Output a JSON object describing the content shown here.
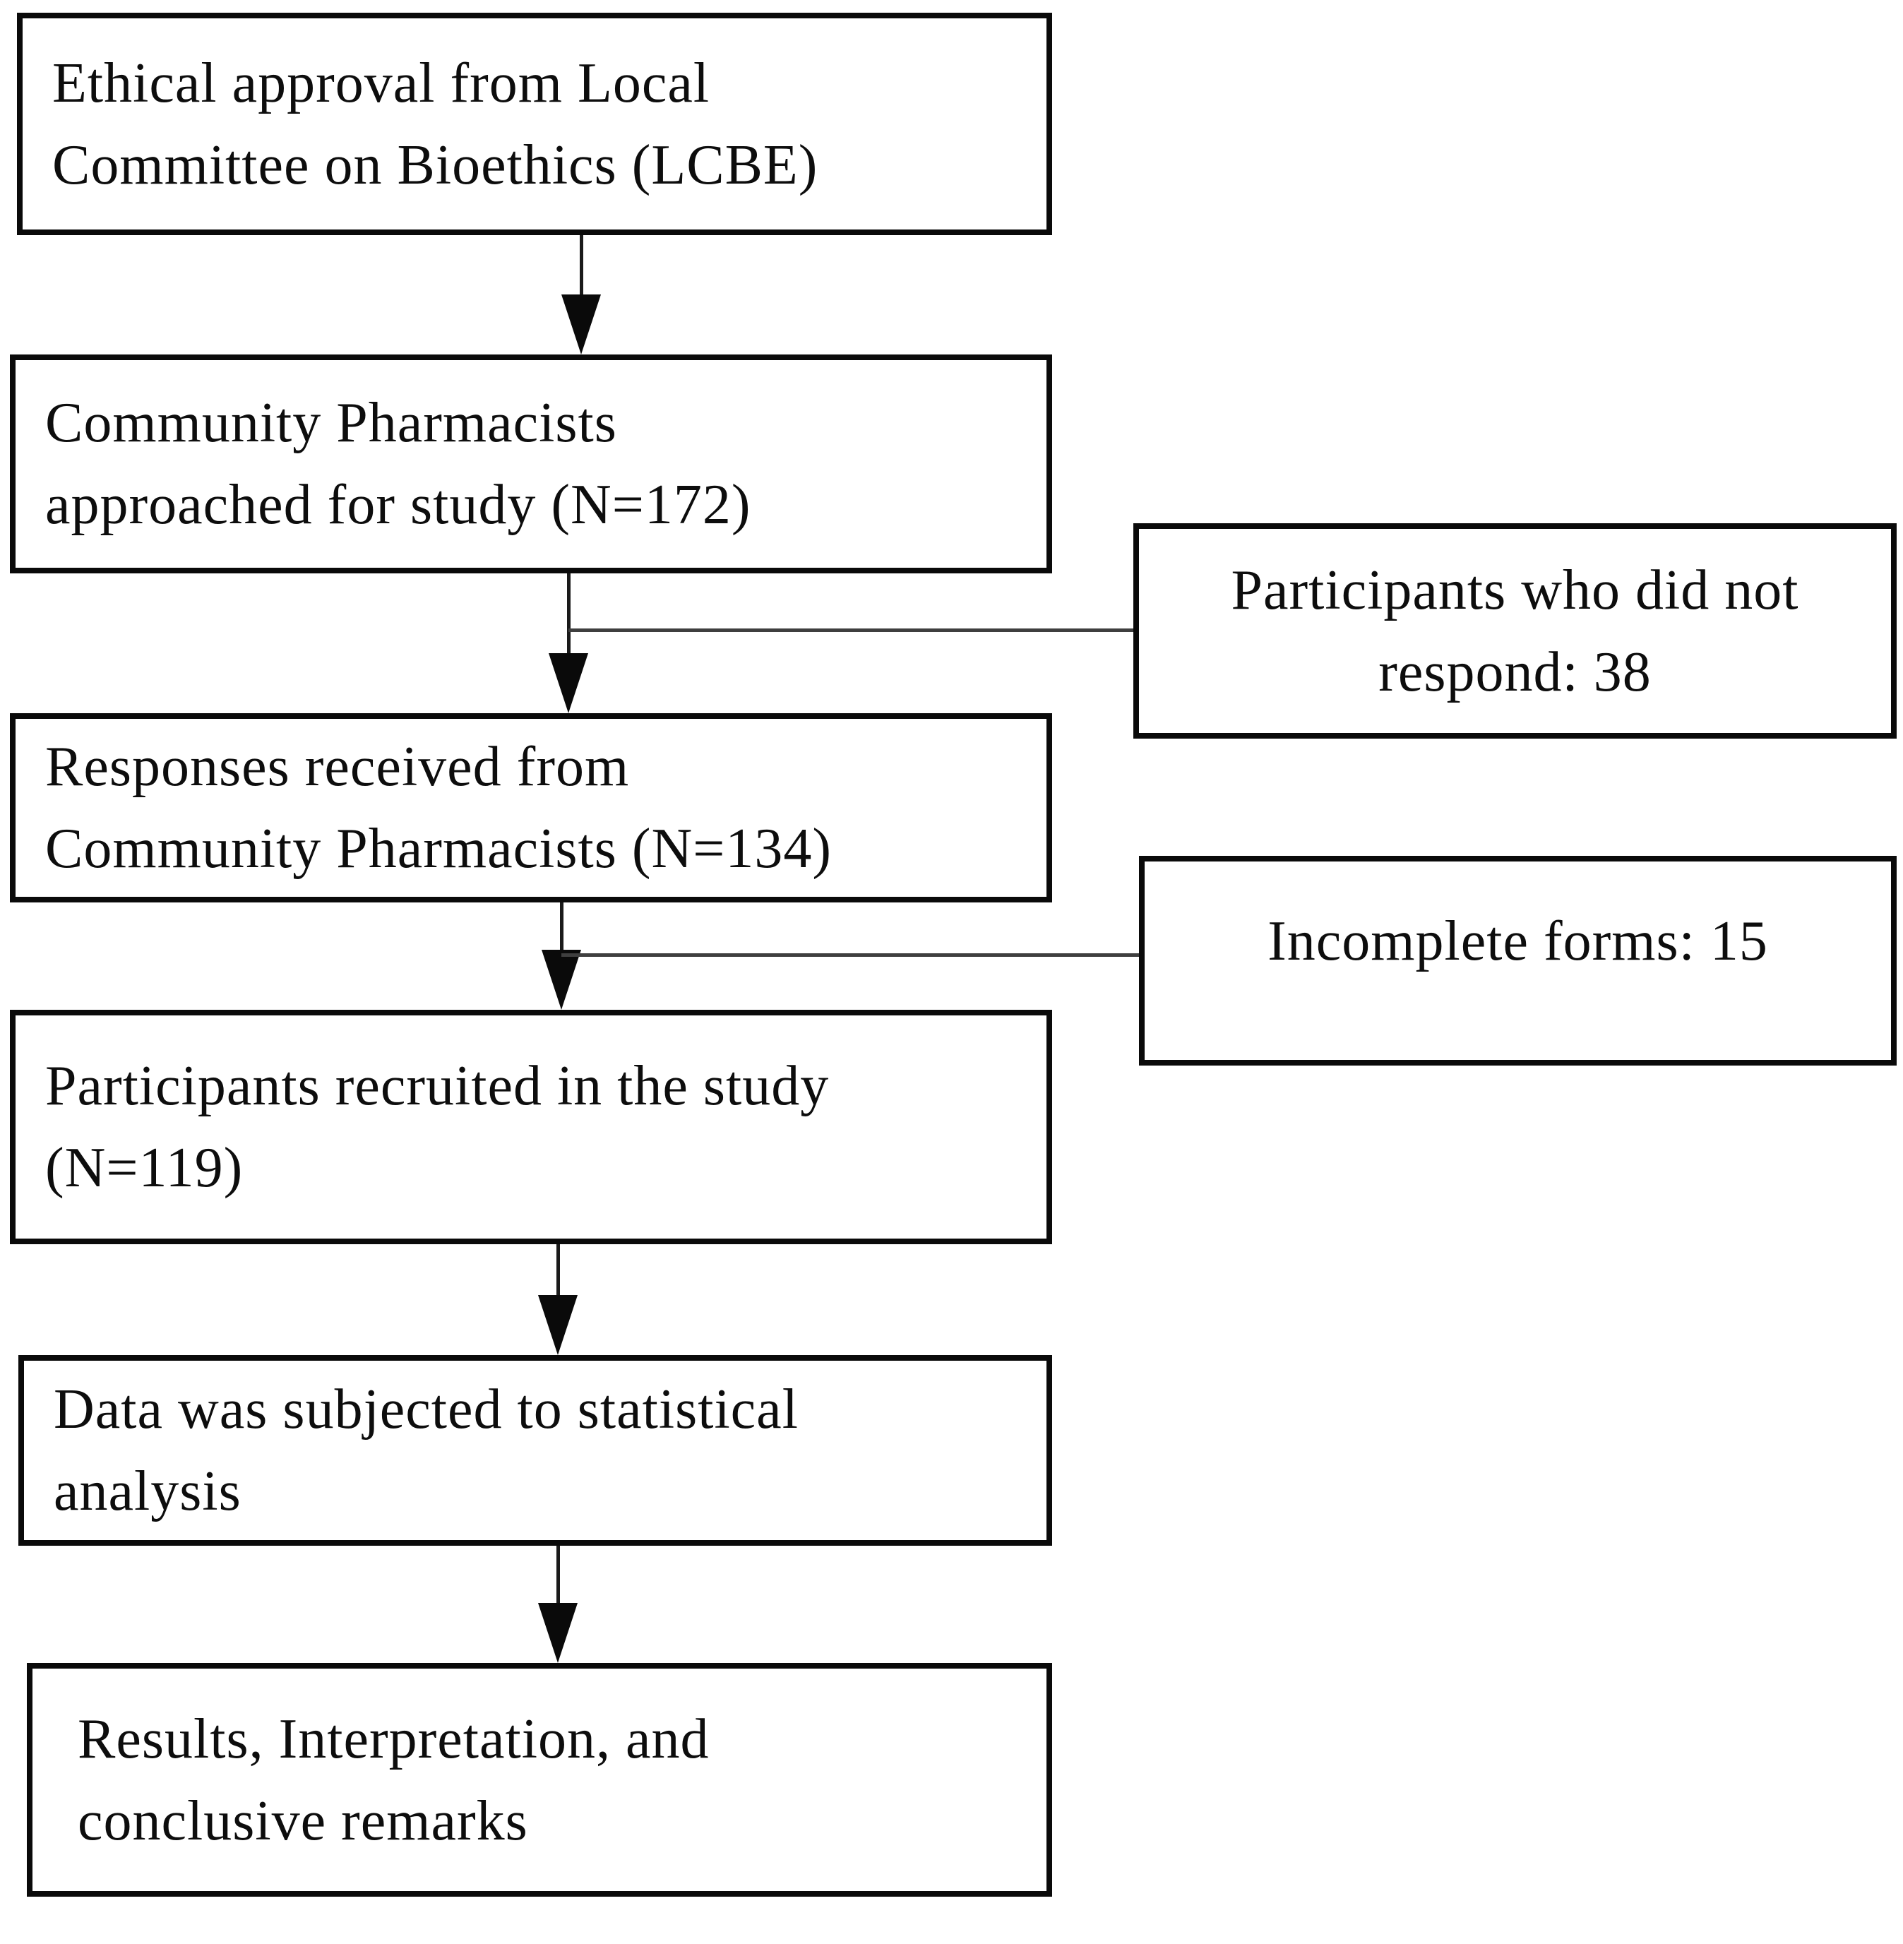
{
  "flowchart": {
    "nodes": [
      {
        "id": "ethical-approval",
        "lines": [
          "Ethical approval from Local",
          "Committee on Bioethics (LCBE)"
        ]
      },
      {
        "id": "pharmacists-approached",
        "lines": [
          "Community Pharmacists",
          "approached for study (N=172)"
        ]
      },
      {
        "id": "responses-received",
        "lines": [
          "Responses received from",
          "Community Pharmacists (N=134)"
        ]
      },
      {
        "id": "participants-recruited",
        "lines": [
          "Participants recruited in the study",
          "(N=119)"
        ]
      },
      {
        "id": "statistical-analysis",
        "lines": [
          "Data was subjected to statistical",
          "analysis"
        ]
      },
      {
        "id": "results-interpretation",
        "lines": [
          "Results, Interpretation, and",
          "conclusive remarks"
        ]
      }
    ],
    "side_nodes": [
      {
        "id": "non-respondents",
        "lines": [
          "Participants who did not",
          "respond: 38"
        ]
      },
      {
        "id": "incomplete-forms",
        "lines": [
          "Incomplete forms: 15"
        ]
      }
    ],
    "counts": {
      "approached": 172,
      "responded": 134,
      "did_not_respond": 38,
      "incomplete_forms": 15,
      "recruited": 119
    },
    "colors": {
      "box_border": "#0a0a0a",
      "background": "#ffffff",
      "text": "#0d0d0d",
      "branch_line": "#3f3f3f"
    }
  }
}
